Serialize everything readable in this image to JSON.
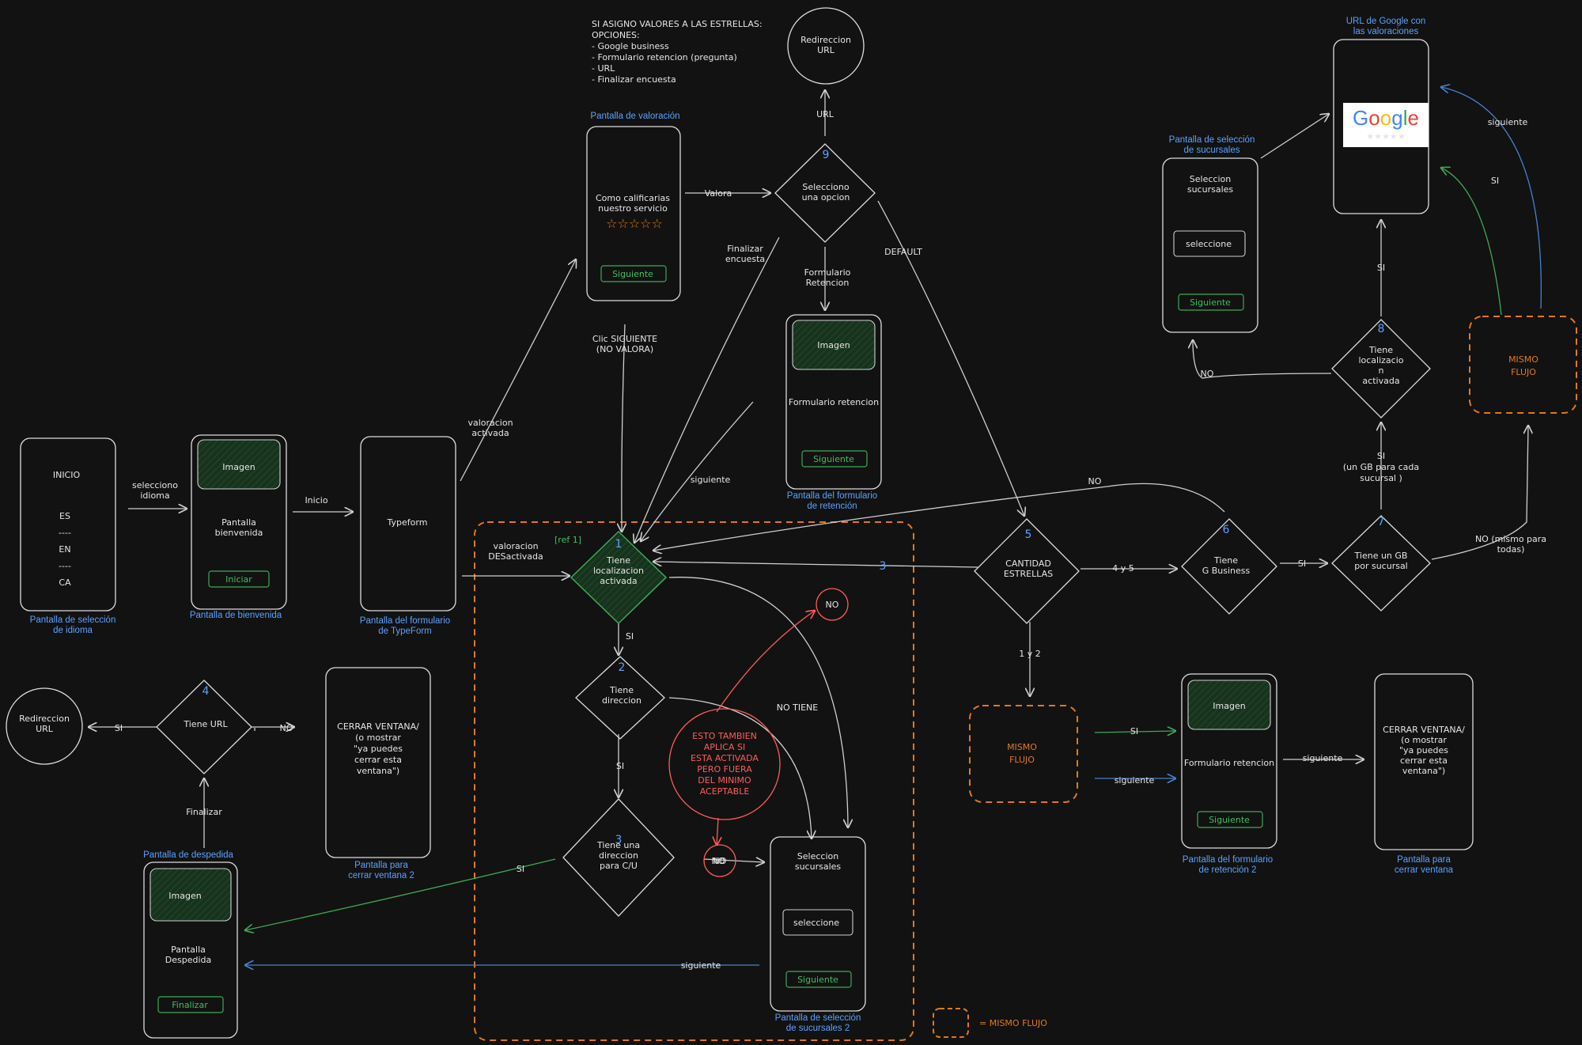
{
  "note": {
    "title": "SI ASIGNO VALORES A LAS ESTRELLAS:",
    "subtitle": "OPCIONES:",
    "items": [
      "- Google business",
      "- Formulario retencion (pregunta)",
      "- URL",
      "- Finalizar encuesta"
    ]
  },
  "screens": {
    "inicio": {
      "title": "INICIO",
      "langs": [
        "ES",
        "----",
        "EN",
        "----",
        "CA"
      ],
      "caption": [
        "Pantalla de selección",
        "de idioma"
      ]
    },
    "bienvenida": {
      "image": "Imagen",
      "text": [
        "Pantalla",
        "bienvenida"
      ],
      "button": "Iniciar",
      "caption": [
        "Pantalla de bienvenida"
      ]
    },
    "typeform": {
      "text": "Typeform",
      "caption": [
        "Pantalla del formulario",
        "de TypeForm"
      ]
    },
    "valoracion": {
      "text": [
        "Como calificarias",
        "nuestro servicio"
      ],
      "stars": "☆☆☆☆☆",
      "button": "Siguiente",
      "caption": [
        "Pantalla de valoración"
      ]
    },
    "retencion": {
      "image": "Imagen",
      "text": "Formulario retencion",
      "button": "Siguiente",
      "caption": [
        "Pantalla del formulario",
        "de retención"
      ]
    },
    "retencion2": {
      "image": "Imagen",
      "text": "Formulario retencion",
      "button": "Siguiente",
      "caption": [
        "Pantalla del formulario",
        "de retención 2"
      ]
    },
    "sucursales": {
      "text": [
        "Seleccion",
        "sucursales"
      ],
      "select": "seleccione",
      "button": "Siguiente",
      "caption": [
        "Pantalla de selección",
        "de sucursales"
      ]
    },
    "sucursales2": {
      "text": [
        "Seleccion",
        "sucursales"
      ],
      "select": "seleccione",
      "button": "Siguiente",
      "caption": [
        "Pantalla de selección",
        "de sucursales 2"
      ]
    },
    "google": {
      "logo": "Google",
      "stars": "★★★★★",
      "caption": [
        "URL de Google con",
        "las valoraciones"
      ]
    },
    "despedida": {
      "image": "Imagen",
      "text": [
        "Pantalla",
        "Despedida"
      ],
      "button": "Finalizar",
      "caption": [
        "Pantalla de despedida"
      ]
    },
    "cerrar": {
      "text": [
        "CERRAR VENTANA/",
        "(o mostrar",
        "\"ya puedes",
        "cerrar esta",
        "ventana\")"
      ],
      "caption": [
        "Pantalla para",
        "cerrar ventana"
      ]
    },
    "cerrar2": {
      "text": [
        "CERRAR VENTANA/",
        "(o mostrar",
        "\"ya puedes",
        "cerrar esta",
        "ventana\")"
      ],
      "caption": [
        "Pantalla para",
        "cerrar ventana 2"
      ]
    }
  },
  "decisions": {
    "d1": {
      "num": "1",
      "text": [
        "Tiene",
        "localizacion",
        "activada"
      ],
      "ref": "[ref 1]"
    },
    "d2": {
      "num": "2",
      "text": [
        "Tiene",
        "direccion"
      ]
    },
    "d3": {
      "num": "3",
      "text": [
        "Tiene una",
        "direccion",
        "para C/U"
      ]
    },
    "d4": {
      "num": "4",
      "text": [
        "Tiene URL"
      ]
    },
    "d5": {
      "num": "5",
      "text": [
        "CANTIDAD",
        "ESTRELLAS"
      ]
    },
    "d6": {
      "num": "6",
      "text": [
        "Tiene",
        "G Business"
      ]
    },
    "d7": {
      "num": "7",
      "text": [
        "Tiene un GB",
        "por sucursal"
      ]
    },
    "d8": {
      "num": "8",
      "text": [
        "Tiene",
        "localizacio",
        "n",
        "activada"
      ]
    },
    "d9": {
      "num": "9",
      "text": [
        "Selecciono",
        "una opcion"
      ]
    }
  },
  "circles": {
    "url_top": [
      "Redireccion",
      "URL"
    ],
    "url_left": [
      "Redireccion",
      "URL"
    ],
    "no_small": "NO",
    "no_small2": "NO",
    "warning": [
      "ESTO TAMBIEN",
      "APLICA SI",
      "ESTA ACTIVADA",
      "PERO FUERA",
      "DEL MINIMO",
      "ACEPTABLE"
    ]
  },
  "mismo_flujo": {
    "box1": [
      "MISMO",
      "FLUJO"
    ],
    "box2": [
      "MISMO",
      "FLUJO"
    ],
    "legend": "= MISMO FLUJO"
  },
  "edges": {
    "selecciono_idioma": [
      "selecciono",
      "idioma"
    ],
    "inicio": "Inicio",
    "valoracion_activada": [
      "valoracion",
      "activada"
    ],
    "valoracion_desactivada": [
      "valoracion",
      "DESactivada"
    ],
    "valora": "Valora",
    "clic_siguiente": [
      "Clic SIGUIENTE",
      "(NO VALORA)"
    ],
    "url": "URL",
    "finalizar_encuesta": [
      "Finalizar",
      "encuesta"
    ],
    "formulario_retencion": [
      "Formulario",
      "Retencion"
    ],
    "default": "DEFAULT",
    "siguiente": "siguiente",
    "si": "SI",
    "no": "NO",
    "no_tiene": "NO TIENE",
    "tres": "3",
    "cuatro_cinco": "4 y 5",
    "uno_dos": "1 y 2",
    "finalizar": "Finalizar",
    "un_gb": [
      "SI",
      "(un GB para cada",
      "sucursal )"
    ],
    "no_mismo": [
      "NO (mismo para",
      "todas)"
    ]
  },
  "colors": {
    "background": "#121212",
    "stroke": "#dcdcdc",
    "caption": "#5aa2ff",
    "green": "#3fbf5f",
    "orange": "#e07a1a",
    "red": "#ff5b5b",
    "blue_arrow": "#4a7fd0"
  }
}
